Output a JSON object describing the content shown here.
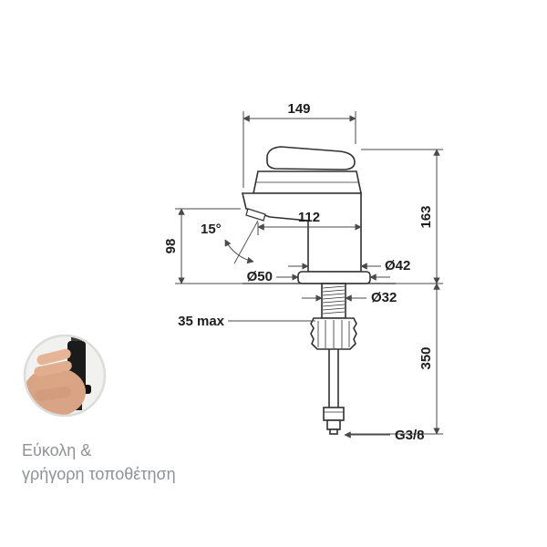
{
  "diagram": {
    "dims": {
      "width_top": "149",
      "height_body": "163",
      "spout_reach": "112",
      "spout_height": "98",
      "angle": "15°",
      "dia_body": "Ø42",
      "dia_base": "Ø50",
      "dia_shank": "Ø32",
      "deck_max": "35 max",
      "hose_length": "350",
      "thread": "G3/8"
    },
    "caption": {
      "line1": "Εύκολη &",
      "line2": "γρήγορη τοποθέτηση"
    },
    "icons": {
      "photo": "hand-holding-faucet-cartridge-photo"
    },
    "colors": {
      "outline": "#303030",
      "dimension_line": "#4a4a4a",
      "dimension_text": "#1d1d1d",
      "caption_text": "#8f9295"
    }
  }
}
